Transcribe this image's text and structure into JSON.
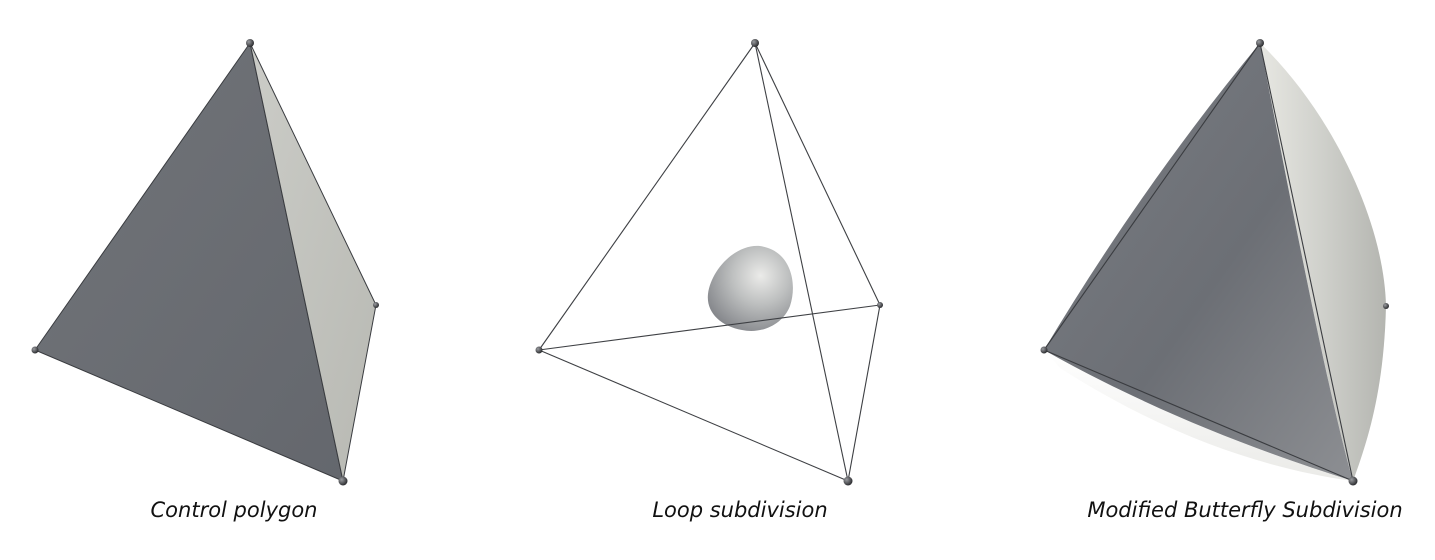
{
  "panels": [
    {
      "caption": "Control polygon"
    },
    {
      "caption": "Loop subdivision"
    },
    {
      "caption": "Modified Butterfly Subdivision"
    }
  ],
  "colors": {
    "front_face": "#6b6e74",
    "side_face": "#c2c3bd",
    "edge": "#3a3c40",
    "vertex": "#2e2f33",
    "blob_light": "#e6e6e4",
    "blob_dark": "#8c8e92"
  }
}
